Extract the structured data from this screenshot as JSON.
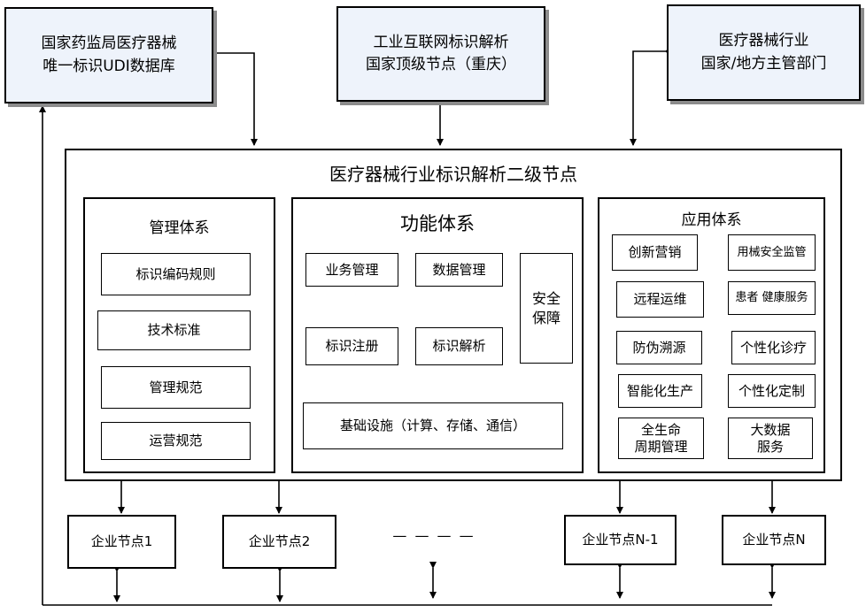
{
  "top": {
    "udi_db": "国家药监局医疗器械\n唯一标识UDI数据库",
    "national_node": "工业互联网标识解析\n国家顶级节点（重庆）",
    "authority": "医疗器械行业\n国家/地方主管部门"
  },
  "secondary_node": {
    "title": "医疗器械行业标识解析二级节点",
    "management": {
      "title": "管理体系",
      "items": [
        "标识编码规则",
        "技术标准",
        "管理规范",
        "运营规范"
      ]
    },
    "function": {
      "title": "功能体系",
      "items": [
        "业务管理",
        "数据管理",
        "标识注册",
        "标识解析"
      ],
      "security": "安全\n保障",
      "infrastructure": "基础设施（计算、存储、通信）"
    },
    "application": {
      "title": "应用体系",
      "items": [
        "创新营销",
        "用械安全监管",
        "远程运维",
        "患者 健康服务",
        "防伪溯源",
        "个性化诊疗",
        "智能化生产",
        "个性化定制",
        "全生命\n周期管理",
        "大数据\n服务"
      ]
    }
  },
  "enterprise_nodes": [
    "企业节点1",
    "企业节点2",
    "企业节点N-1",
    "企业节点N"
  ],
  "ellipsis": "— — — —"
}
